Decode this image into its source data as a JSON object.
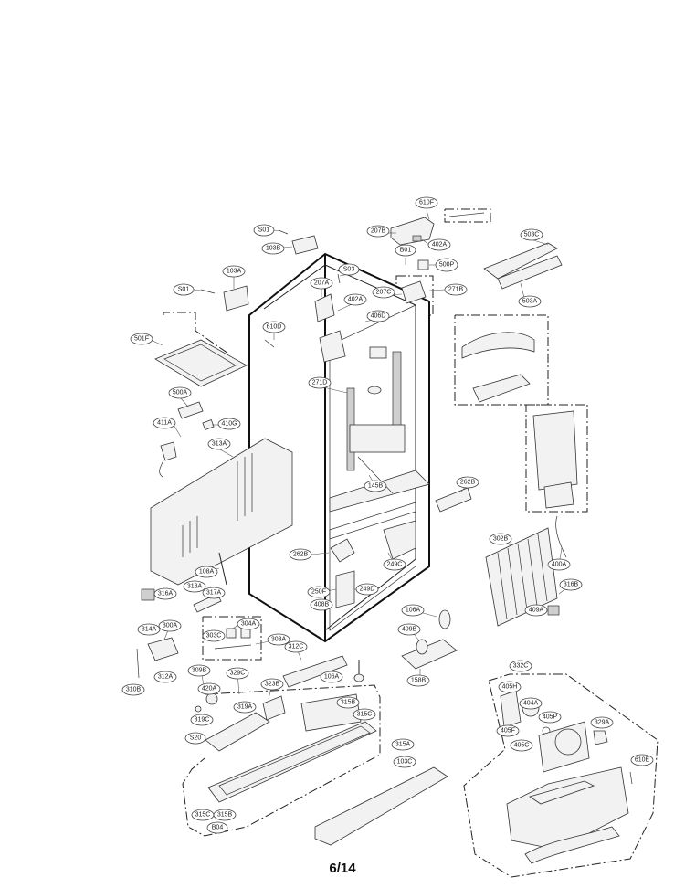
{
  "page_number": "6/14",
  "callouts": {
    "c610F": "610F",
    "c207B": "207B",
    "c402A_top": "402A",
    "cS01_top": "S01",
    "c103B": "103B",
    "cB01": "B01",
    "c500P": "500P",
    "c503C": "503C",
    "c503A": "503A",
    "c103A": "103A",
    "cS01": "S01",
    "cS03": "S03",
    "c207A": "207A",
    "c402A": "402A",
    "c207C": "207C",
    "c271B": "271B",
    "c406D": "406D",
    "c610D": "610D",
    "c501F": "501F",
    "c271D": "271D",
    "c500A": "500A",
    "c411A": "411A",
    "c410G": "410G",
    "c313A": "313A",
    "c145B": "145B",
    "c262B": "262B",
    "c302B": "302B",
    "c400A": "400A",
    "c316B": "316B",
    "c262B_mid": "262B",
    "c249C": "249C",
    "c250F": "250F",
    "c408B": "408B",
    "c249D": "249D",
    "c108A": "108A",
    "c316A": "316A",
    "c318A": "318A",
    "c317A": "317A",
    "c106A_right": "106A",
    "c409B": "409B",
    "c409A": "409A",
    "c300A": "300A",
    "c304A": "304A",
    "c314A": "314A",
    "c303C": "303C",
    "c303A": "303A",
    "c312C": "312C",
    "c158B": "158B",
    "c309B": "309B",
    "c329C": "329C",
    "c106A": "106A",
    "c312A": "312A",
    "c310B": "310B",
    "c420A": "420A",
    "c323B": "323B",
    "c332C": "332C",
    "c405H": "405H",
    "c404A": "404A",
    "c319A": "319A",
    "c315B": "315B",
    "c319C": "319C",
    "c315C": "315C",
    "c405P": "405P",
    "c329A": "329A",
    "c405F": "405F",
    "cS20": "S20",
    "c405C": "405C",
    "c315A": "315A",
    "c610E": "610E",
    "c103C": "103C",
    "c315C_bottom": "315C",
    "c315B_bottom": "315B",
    "cB04": "B04"
  }
}
